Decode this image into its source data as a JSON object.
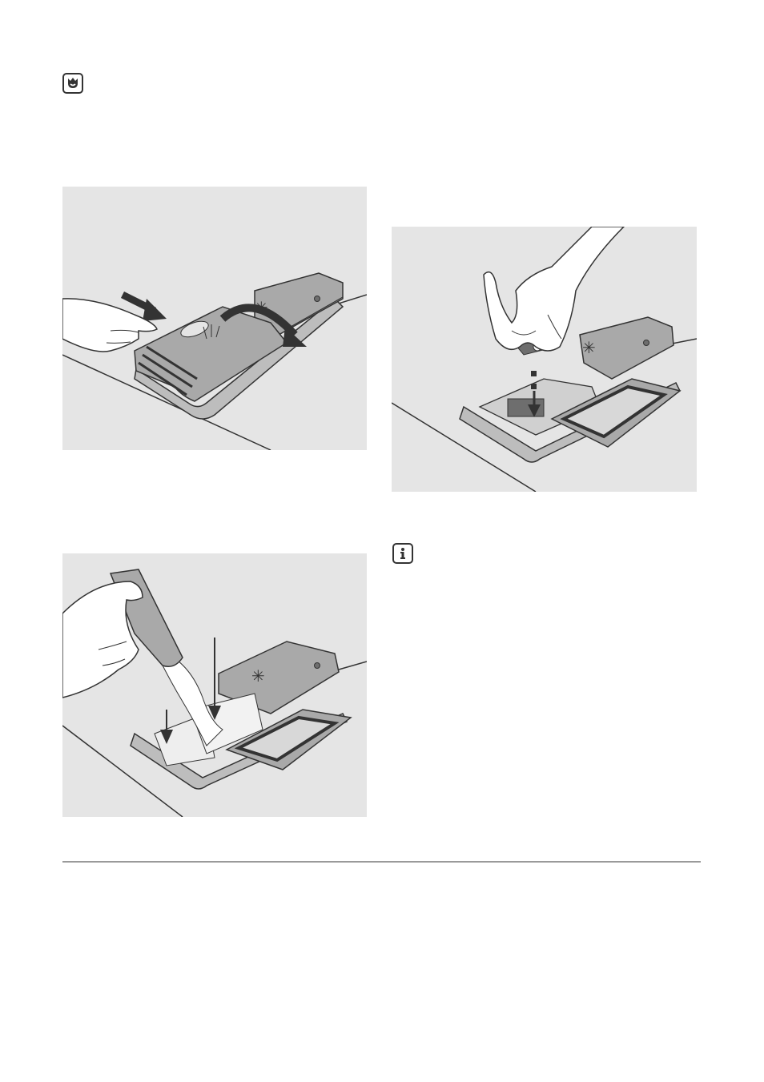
{
  "icons": {
    "eco": "eco-flower-icon",
    "info": "info-icon"
  },
  "illustrations": [
    {
      "id": "press-lid-latch",
      "description_icon": "hand-press-icon"
    },
    {
      "id": "insert-detergent-tablet",
      "description_icon": "hand-tablet-icon"
    },
    {
      "id": "pour-detergent-powder",
      "description_icon": "detergent-pour-icon"
    }
  ],
  "labels": {
    "rinse_aid_symbol": "✳"
  },
  "colors": {
    "panel_bg": "#e5e5e5",
    "line": "#333333",
    "dispenser_fill": "#a9a9a9",
    "dark_fill": "#6e6e6e"
  }
}
